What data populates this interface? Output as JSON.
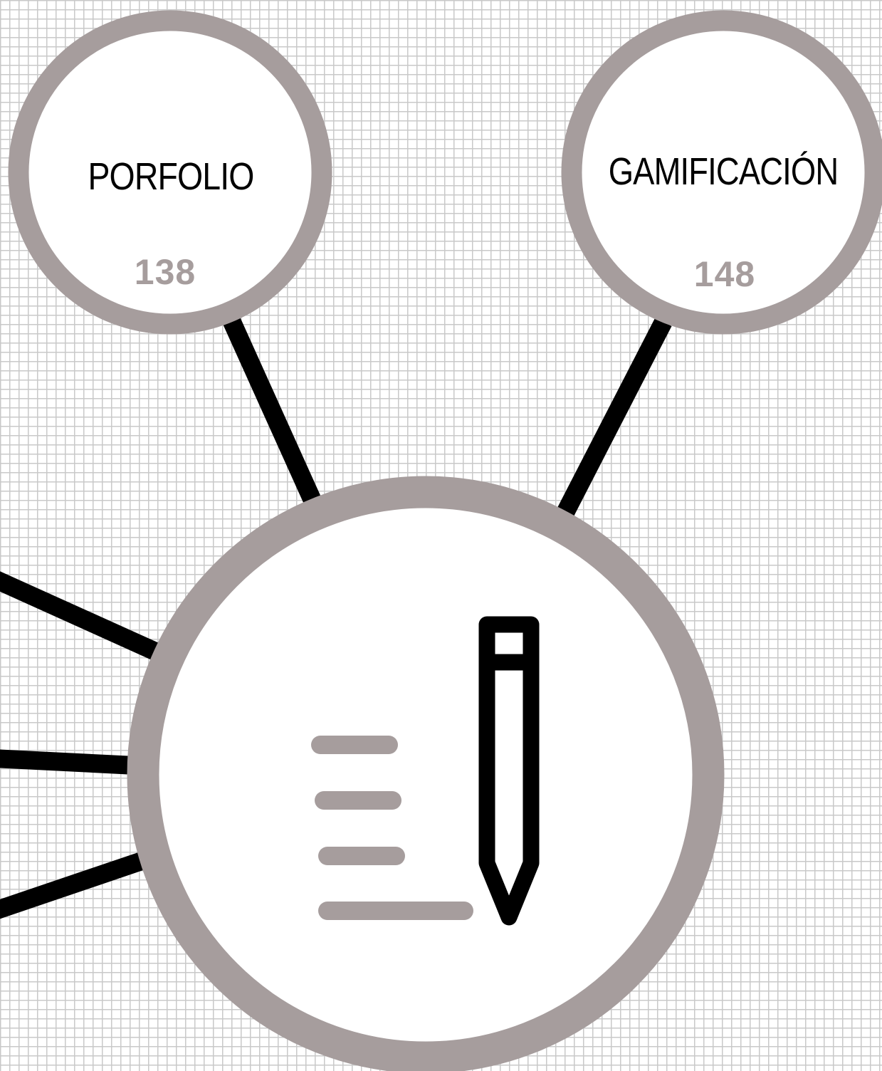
{
  "nodes": {
    "porfolio": {
      "label": "PORFOLIO",
      "count": "138"
    },
    "gamificacion": {
      "label": "GAMIFICACIÓN",
      "count": "148"
    },
    "center": {
      "icon": "writing-pencil-icon"
    }
  },
  "colors": {
    "ring": "#a69d9d",
    "connector": "#000000",
    "grid": "#c9c9c9",
    "background": "#ffffff",
    "count_text": "#a69d9d"
  }
}
